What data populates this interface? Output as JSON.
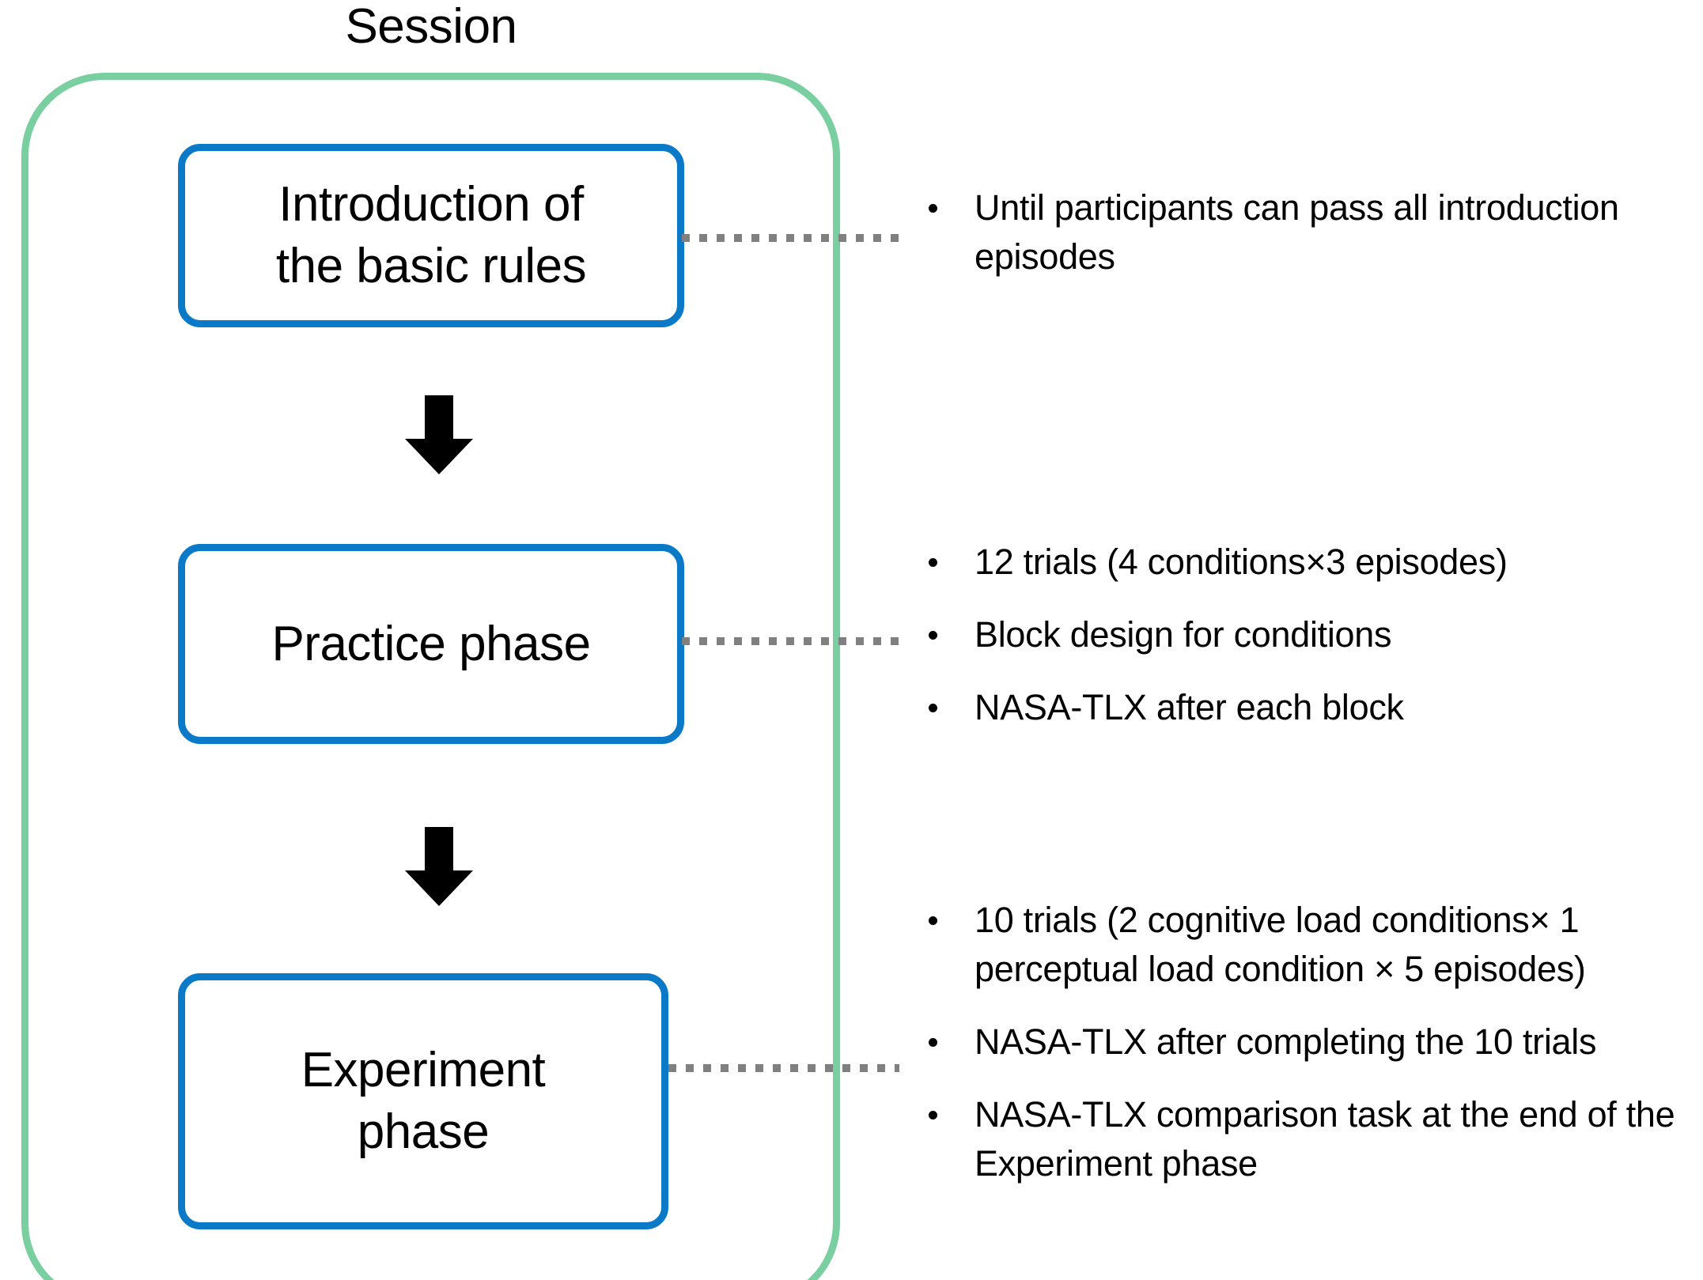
{
  "session": {
    "title": "Session",
    "border_color": "#7ACFA0"
  },
  "phases": [
    {
      "id": "introduction",
      "label": "Introduction of\nthe basic rules",
      "label_line_1": "Introduction of",
      "label_line_2": "the basic rules",
      "border_color": "#0A79C7",
      "notes": [
        "Until participants can pass all introduction episodes"
      ]
    },
    {
      "id": "practice",
      "label": "Practice phase",
      "border_color": "#0A79C7",
      "notes": [
        "12 trials (4 conditions×3 episodes)",
        "Block design for conditions",
        "NASA-TLX after each block"
      ]
    },
    {
      "id": "experiment",
      "label": "Experiment\nphase",
      "label_line_1": "Experiment",
      "label_line_2": "phase",
      "border_color": "#0A79C7",
      "notes": [
        "10 trials (2 cognitive load conditions× 1 perceptual load condition × 5 episodes)",
        "NASA-TLX after completing the 10 trials",
        "NASA-TLX comparison task at the end of the Experiment phase"
      ]
    }
  ],
  "arrows": [
    {
      "id": "arrow-introduction-to-practice",
      "direction": "down",
      "color": "#000000"
    },
    {
      "id": "arrow-practice-to-experiment",
      "direction": "down",
      "color": "#000000"
    }
  ],
  "connectors": [
    {
      "id": "connector-introduction",
      "style": "dotted",
      "color": "#808080"
    },
    {
      "id": "connector-practice",
      "style": "dotted",
      "color": "#808080"
    },
    {
      "id": "connector-experiment",
      "style": "dotted",
      "color": "#808080"
    }
  ]
}
